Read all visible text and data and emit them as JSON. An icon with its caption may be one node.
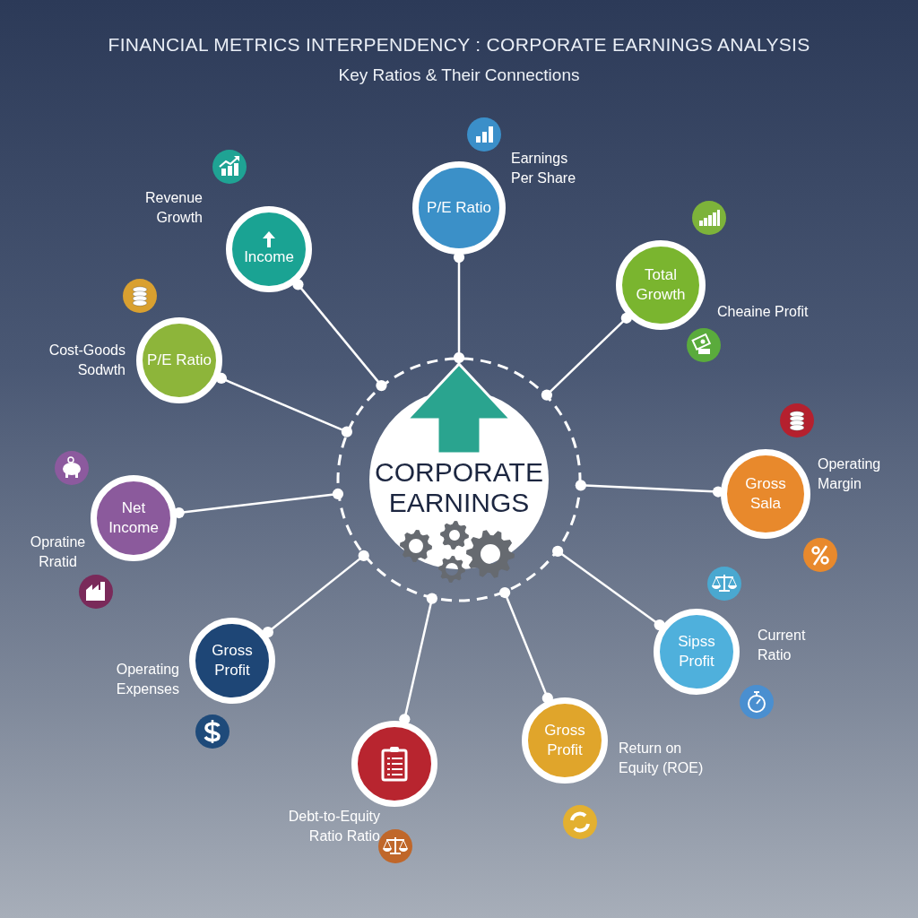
{
  "diagram": {
    "title": "FINANCIAL METRICS INTERPENDENCY : CORPORATE EARNINGS ANALYSIS",
    "nodes": [
      {
        "text": [
          "CORPORATE EARNINGS"
        ]
      },
      {
        "text": [
          "P/E Ratio"
        ],
        "beside": [
          "Earnings Per Share"
        ]
      },
      {
        "text": [
          "Income"
        ],
        "beside": [
          "Revenue Growth"
        ]
      },
      {
        "text": [
          "Total Growth"
        ],
        "beside": [
          "Cheaine Profit"
        ]
      },
      {
        "text": [
          "P/E Ratio"
        ],
        "beside": [
          "Cost-Goods Sodwth"
        ]
      },
      {
        "text": [
          "Net Income"
        ],
        "beside": [
          "Opratine Rratid"
        ]
      },
      {
        "text": [
          "Gross Sala"
        ],
        "beside": [
          "Operating Margin"
        ]
      },
      {
        "text": [
          "Gross Profit"
        ],
        "beside": [
          "Operating Expenses"
        ]
      },
      {
        "text": [
          "Sipss Profit"
        ],
        "beside": [
          "Current Ratio"
        ]
      },
      {
        "text": [],
        "shape": "circle",
        "beside": [
          "Debt-to-Equity Ratio Ratio"
        ]
      },
      {
        "text": [
          "Gross Profit"
        ],
        "beside": [
          "Return on Equity (ROE)"
        ]
      }
    ],
    "edges": [
      {
        "from": 0,
        "to": 1,
        "arrow": "other"
      },
      {
        "from": 0,
        "to": 2,
        "arrow": "other"
      },
      {
        "from": 0,
        "to": 3,
        "arrow": "other"
      },
      {
        "from": 0,
        "to": 4,
        "arrow": "other"
      },
      {
        "from": 0,
        "to": 5,
        "arrow": "other"
      },
      {
        "from": 0,
        "to": 6,
        "arrow": "other"
      },
      {
        "from": 0,
        "to": 7,
        "arrow": "other"
      },
      {
        "from": 0,
        "to": 8,
        "arrow": "other"
      },
      {
        "from": 0,
        "to": 9,
        "arrow": "other"
      },
      {
        "from": 0,
        "to": 10,
        "arrow": "other"
      }
    ],
    "labels": [
      "Key Ratios & Their Connections"
    ]
  }
}
